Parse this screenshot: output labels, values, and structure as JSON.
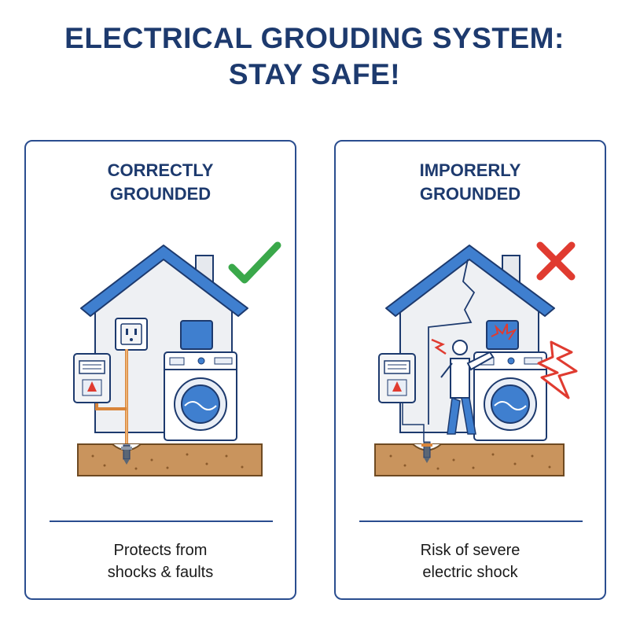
{
  "title": {
    "line1": "ELECTRICAL GROUDING SYSTEM:",
    "line2": "STAY SAFE!"
  },
  "panels": [
    {
      "heading_line1": "CORRECTLY",
      "heading_line2": "GROUNDED",
      "status_icon": "check-icon",
      "caption_line1": "Protects from",
      "caption_line2": "shocks & faults"
    },
    {
      "heading_line1": "IMPORERLY",
      "heading_line2": "GROUNDED",
      "status_icon": "cross-icon",
      "caption_line1": "Risk of severe",
      "caption_line2": "electric shock"
    }
  ],
  "colors": {
    "navy": "#1d3a6e",
    "roof_blue": "#3f7fcf",
    "house_gray": "#eef0f3",
    "soil": "#c9945d",
    "check_green": "#3aa84a",
    "danger_red": "#e03b30",
    "copper": "#d9853b"
  }
}
